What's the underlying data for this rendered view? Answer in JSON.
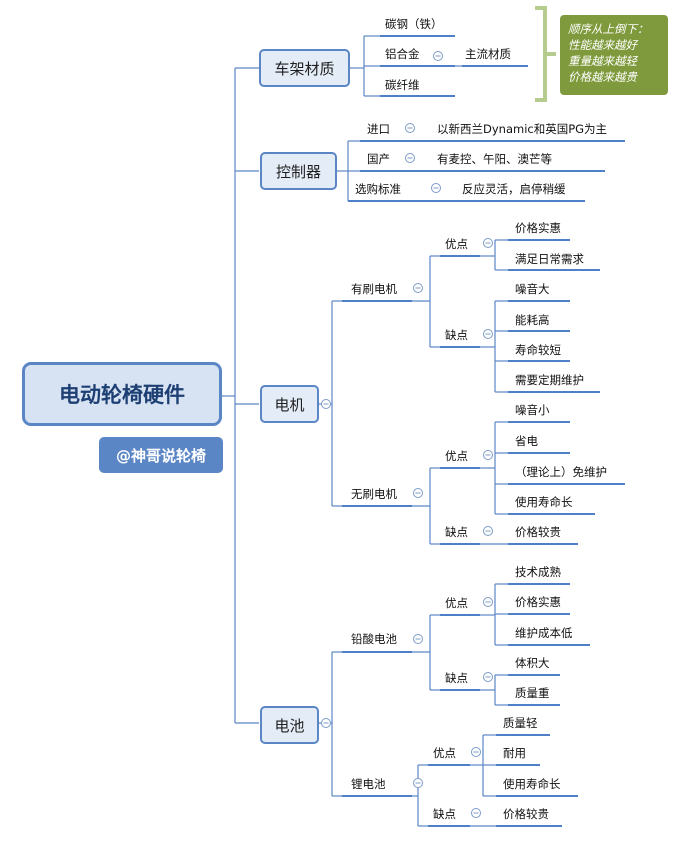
{
  "root": {
    "title": "电动轮椅硬件",
    "tag": "@神哥说轮椅"
  },
  "frame": {
    "title": "车架材质",
    "items": [
      "碳钢（铁）",
      "铝合金",
      "碳纤维"
    ],
    "mainstream": "主流材质",
    "note": [
      "顺序从上倒下：",
      "性能越来越好",
      "重量越来越轻",
      "价格越来越贵"
    ]
  },
  "controller": {
    "title": "控制器",
    "rows": [
      {
        "label": "进口",
        "value": "以新西兰Dynamic和英国PG为主"
      },
      {
        "label": "国产",
        "value": "有麦控、午阳、澳芒等"
      },
      {
        "label": "选购标准",
        "value": "反应灵活，启停稍缓"
      }
    ]
  },
  "motor": {
    "title": "电机",
    "brushed": {
      "title": "有刷电机",
      "pros_label": "优点",
      "pros": [
        "价格实惠",
        "满足日常需求"
      ],
      "cons_label": "缺点",
      "cons": [
        "噪音大",
        "能耗高",
        "寿命较短",
        "需要定期维护"
      ]
    },
    "brushless": {
      "title": "无刷电机",
      "pros_label": "优点",
      "pros": [
        "噪音小",
        "省电",
        "（理论上）免维护",
        "使用寿命长"
      ],
      "cons_label": "缺点",
      "cons": [
        "价格较贵"
      ]
    }
  },
  "battery": {
    "title": "电池",
    "lead": {
      "title": "铅酸电池",
      "pros_label": "优点",
      "pros": [
        "技术成熟",
        "价格实惠",
        "维护成本低"
      ],
      "cons_label": "缺点",
      "cons": [
        "体积大",
        "质量重"
      ]
    },
    "lithium": {
      "title": "锂电池",
      "pros_label": "优点",
      "pros": [
        "质量轻",
        "耐用",
        "使用寿命长"
      ],
      "cons_label": "缺点",
      "cons": [
        "价格较贵"
      ]
    }
  },
  "colors": {
    "line": "#5b86c6",
    "root_fill": "#d7e3f2",
    "tag_fill": "#5b86c6",
    "note_fill": "#7f9a3c",
    "bracket": "#b5cc8e"
  }
}
